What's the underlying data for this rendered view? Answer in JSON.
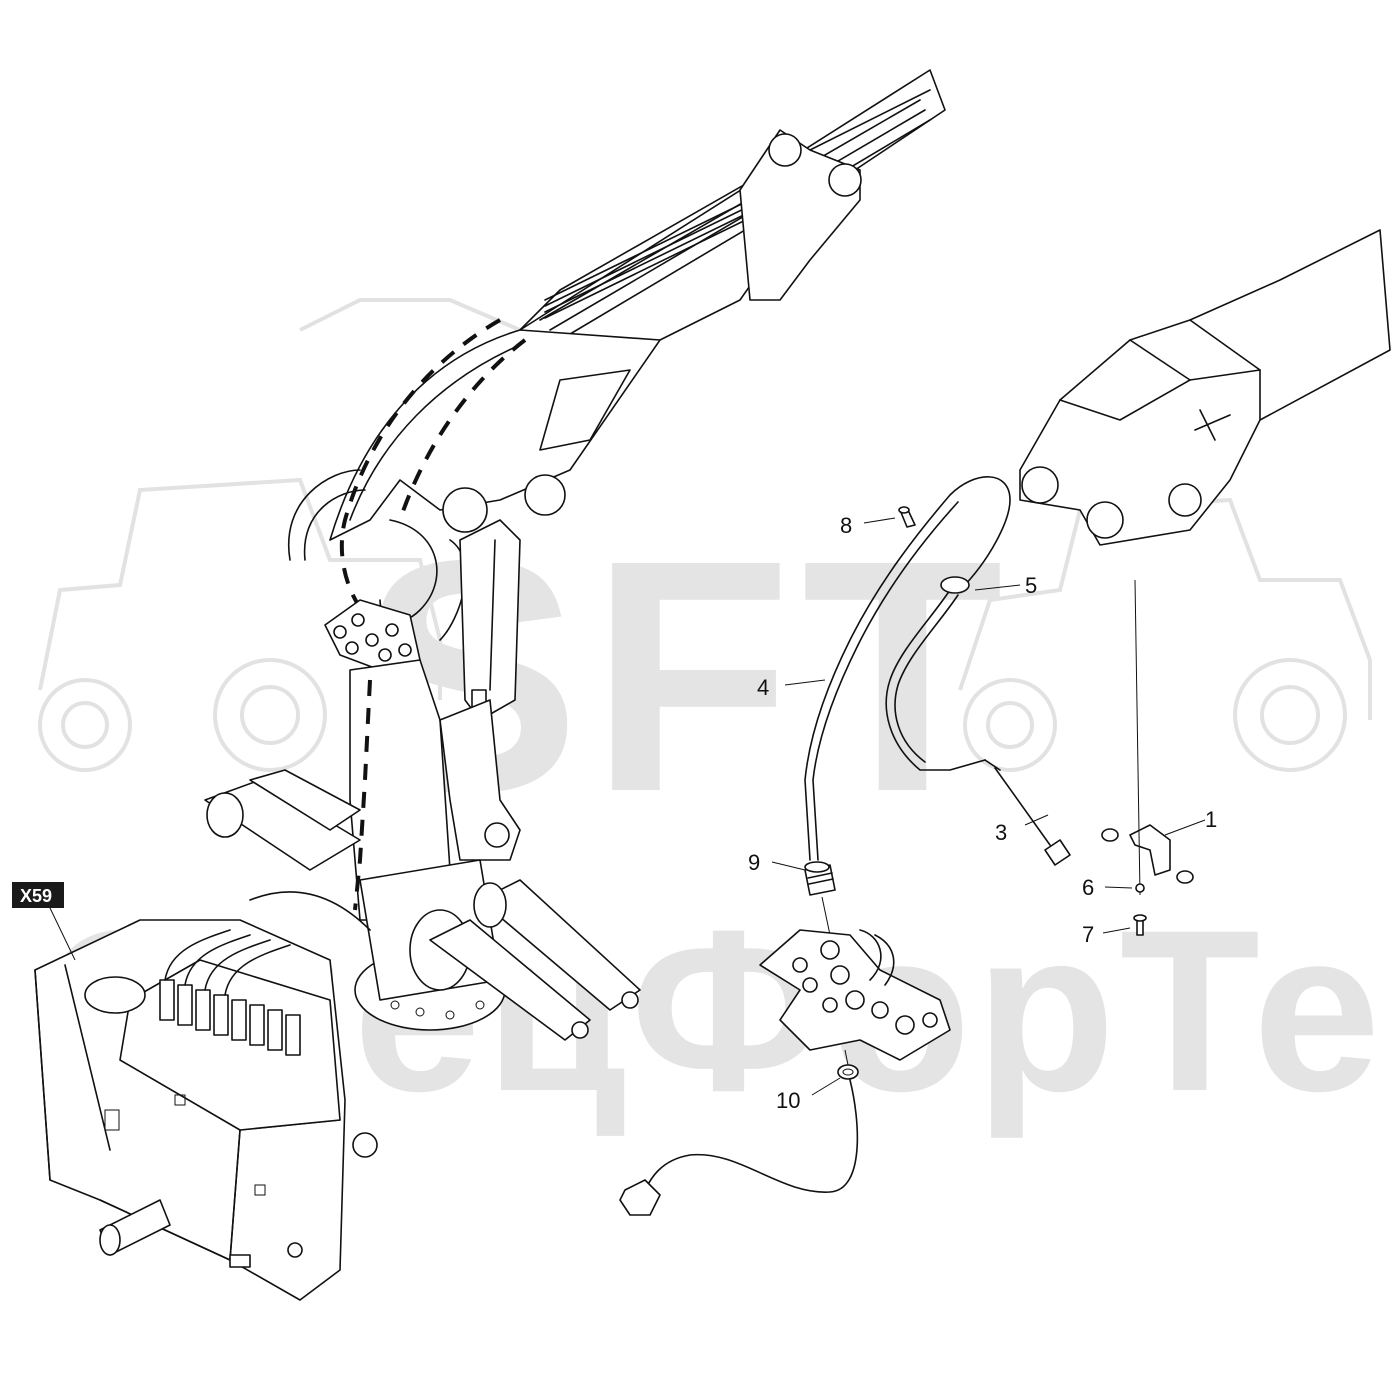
{
  "watermark": {
    "brand": "SFT",
    "company": "СпецФорТек"
  },
  "reference_tag": "X59",
  "callouts": [
    {
      "id": "c1",
      "label": "1"
    },
    {
      "id": "c3",
      "label": "3"
    },
    {
      "id": "c4",
      "label": "4"
    },
    {
      "id": "c5",
      "label": "5"
    },
    {
      "id": "c6",
      "label": "6"
    },
    {
      "id": "c7",
      "label": "7"
    },
    {
      "id": "c8",
      "label": "8"
    },
    {
      "id": "c9",
      "label": "9"
    },
    {
      "id": "c10",
      "label": "10"
    }
  ],
  "colors": {
    "line": "#111111",
    "watermark": "#e4e4e4",
    "tag_background": "#1a1a1a",
    "tag_text": "#ffffff"
  }
}
